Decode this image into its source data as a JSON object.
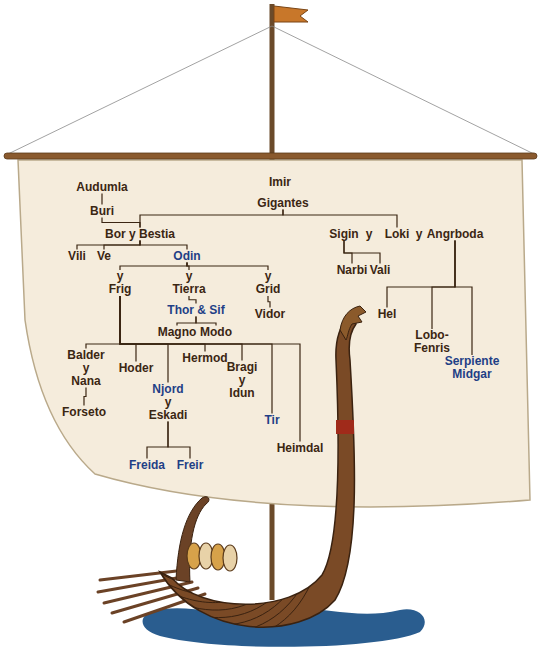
{
  "diagram": {
    "nodes": [
      {
        "text": [
          "Audumla"
        ]
      },
      {
        "text": [
          "Buri"
        ]
      },
      {
        "text": [
          "Bor y Bestia"
        ]
      },
      {
        "text": [
          "Vili"
        ]
      },
      {
        "text": [
          "Ve"
        ]
      },
      {
        "text": [
          "Odin"
        ]
      },
      {
        "text": [
          "y",
          "Frig"
        ]
      },
      {
        "text": [
          "y",
          "Tierra"
        ]
      },
      {
        "text": [
          "y",
          "Grid"
        ]
      },
      {
        "text": [
          "Thor & Sif"
        ]
      },
      {
        "text": [
          "Magno"
        ]
      },
      {
        "text": [
          "Modo"
        ]
      },
      {
        "text": [
          "Vidor"
        ]
      },
      {
        "text": [
          "Imir"
        ]
      },
      {
        "text": [
          "Gigantes"
        ]
      },
      {
        "text": [
          "Sigin"
        ]
      },
      {
        "text": [
          "Loki"
        ]
      },
      {
        "text": [
          "Angrboda"
        ]
      },
      {
        "text": [
          "Narbi"
        ]
      },
      {
        "text": [
          "Vali"
        ]
      },
      {
        "text": [
          "Hel"
        ]
      },
      {
        "text": [
          "Lobo-Fenris"
        ]
      },
      {
        "text": [
          "Serpiente Midgar"
        ]
      },
      {
        "text": [
          "Balder y Nana"
        ]
      },
      {
        "text": [
          "Hoder"
        ]
      },
      {
        "text": [
          "Hermod"
        ]
      },
      {
        "text": [
          "Njord",
          "y Eskadi"
        ]
      },
      {
        "text": [
          "Bragi y Idun"
        ]
      },
      {
        "text": [
          "Tir"
        ]
      },
      {
        "text": [
          "Heimdal"
        ]
      },
      {
        "text": [
          "Forseto"
        ]
      },
      {
        "text": [
          "Freida"
        ]
      },
      {
        "text": [
          "Freir"
        ]
      }
    ],
    "edges": [
      {
        "from": 0,
        "to": 1,
        "arrow": "none"
      },
      {
        "from": 1,
        "to": 2,
        "arrow": "none"
      },
      {
        "from": 14,
        "to": 2,
        "arrow": "none"
      },
      {
        "from": 14,
        "to": 16,
        "arrow": "none"
      },
      {
        "from": 2,
        "to": 3,
        "arrow": "none"
      },
      {
        "from": 2,
        "to": 4,
        "arrow": "none"
      },
      {
        "from": 2,
        "to": 5,
        "arrow": "none"
      },
      {
        "from": 5,
        "to": 6,
        "arrow": "none"
      },
      {
        "from": 5,
        "to": 7,
        "arrow": "none"
      },
      {
        "from": 5,
        "to": 8,
        "arrow": "none"
      },
      {
        "from": 7,
        "to": 9,
        "arrow": "none"
      },
      {
        "from": 8,
        "to": 12,
        "arrow": "none"
      },
      {
        "from": 9,
        "to": 10,
        "arrow": "none"
      },
      {
        "from": 9,
        "to": 11,
        "arrow": "none"
      },
      {
        "from": 15,
        "to": 18,
        "arrow": "none"
      },
      {
        "from": 15,
        "to": 19,
        "arrow": "none"
      },
      {
        "from": 17,
        "to": 20,
        "arrow": "none"
      },
      {
        "from": 17,
        "to": 21,
        "arrow": "none"
      },
      {
        "from": 17,
        "to": 22,
        "arrow": "none"
      },
      {
        "from": 6,
        "to": 23,
        "arrow": "none"
      },
      {
        "from": 6,
        "to": 24,
        "arrow": "none"
      },
      {
        "from": 6,
        "to": 25,
        "arrow": "none"
      },
      {
        "from": 6,
        "to": 26,
        "arrow": "none"
      },
      {
        "from": 6,
        "to": 27,
        "arrow": "none"
      },
      {
        "from": 6,
        "to": 28,
        "arrow": "none"
      },
      {
        "from": 6,
        "to": 29,
        "arrow": "none"
      },
      {
        "from": 23,
        "to": 30,
        "arrow": "none"
      },
      {
        "from": 26,
        "to": 31,
        "arrow": "none"
      },
      {
        "from": 26,
        "to": 32,
        "arrow": "none"
      }
    ],
    "labels": [
      "y",
      "y"
    ]
  }
}
